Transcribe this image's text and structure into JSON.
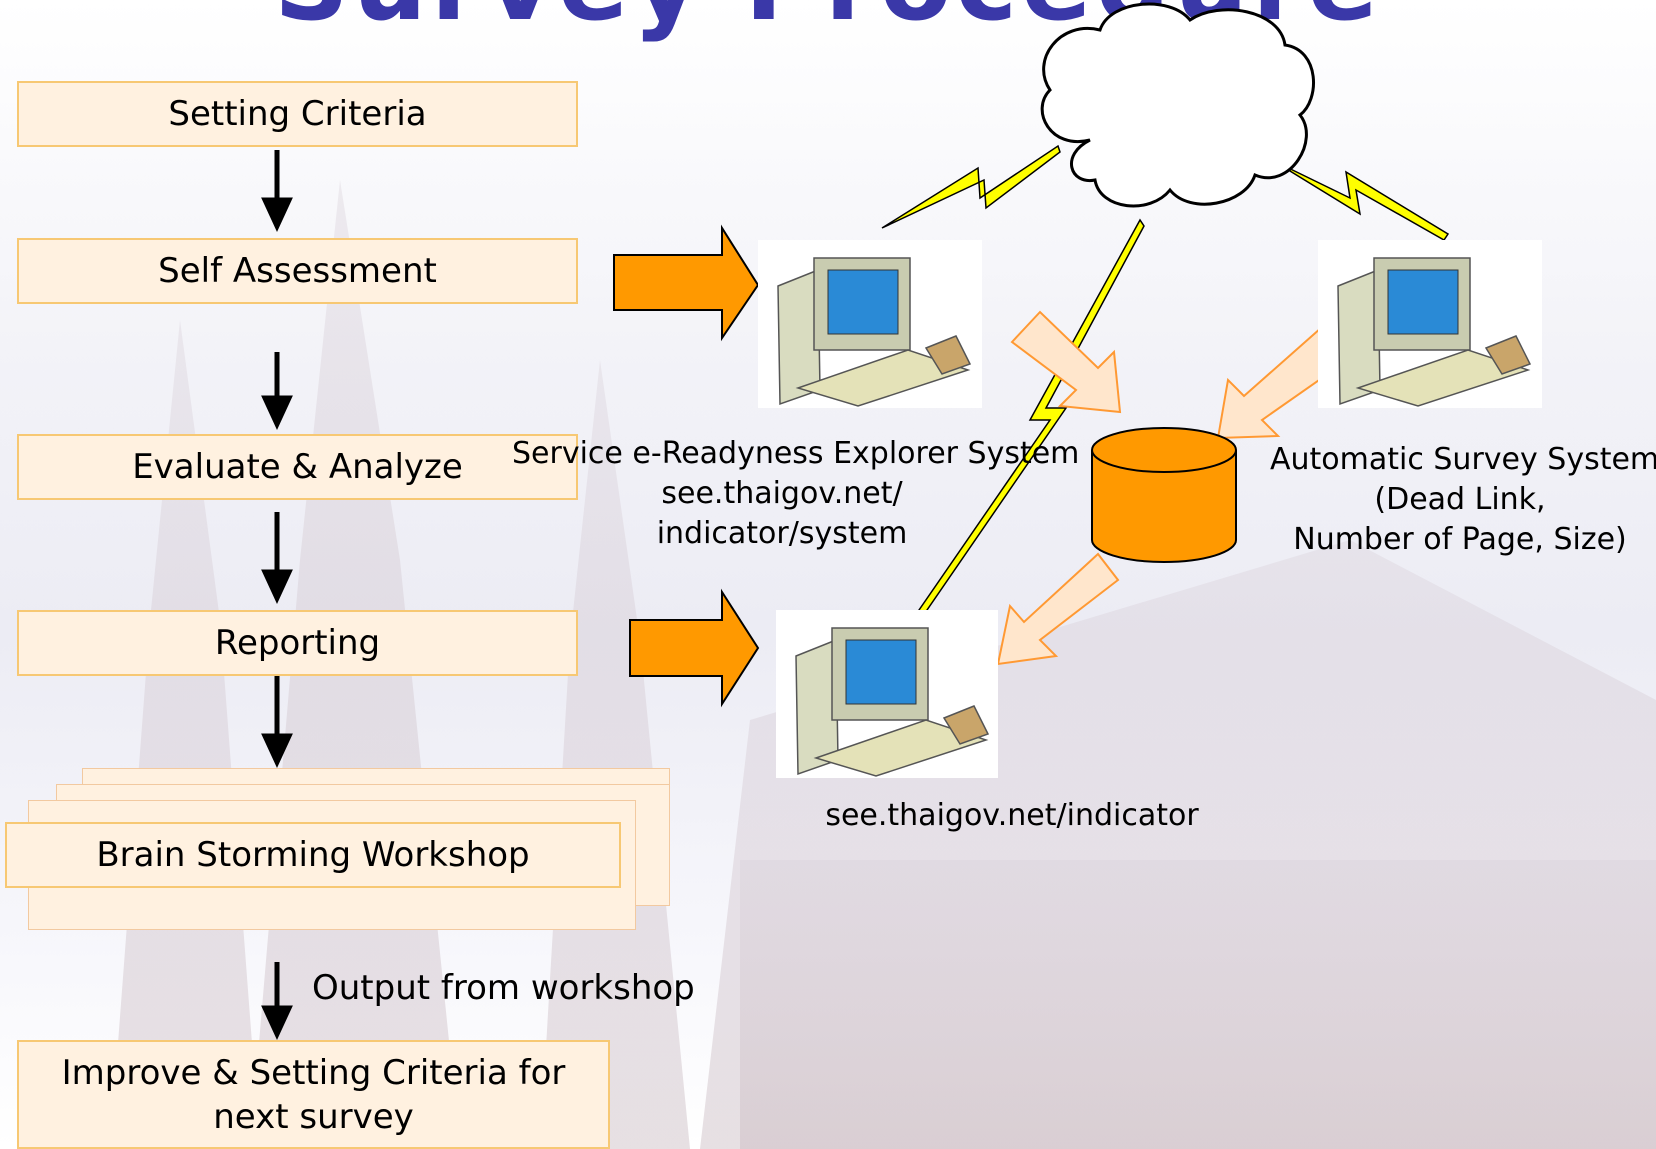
{
  "title": "Survey Procedure",
  "steps": {
    "setting_criteria": "Setting Criteria",
    "self_assessment": "Self Assessment",
    "evaluate_analyze": "Evaluate & Analyze",
    "reporting": "Reporting",
    "brain_storming": "Brain Storming Workshop",
    "improve_line1": "Improve & Setting Criteria for",
    "improve_line2": "next survey"
  },
  "annotations": {
    "output_from_workshop": "Output from workshop"
  },
  "systems": {
    "explorer_line1": "Service e-Readyness Explorer System",
    "explorer_line2": "see.thaigov.net/",
    "explorer_line3": "indicator/system",
    "auto_line1": "Automatic Survey System",
    "auto_line2": "(Dead Link,",
    "auto_line3": "Number of Page, Size)",
    "indicator_url": "see.thaigov.net/indicator"
  },
  "colors": {
    "title": "#3a38a8",
    "box_fill": "#fff1e0",
    "box_border": "#f7c873",
    "block_arrow": "#ff9900",
    "light_arrow": "#ffe6cc",
    "lightning": "#ffff00",
    "database": "#ff9900"
  },
  "icons": [
    "cloud-icon",
    "computer-icon",
    "database-icon",
    "lightning-icon",
    "block-arrow-icon"
  ]
}
